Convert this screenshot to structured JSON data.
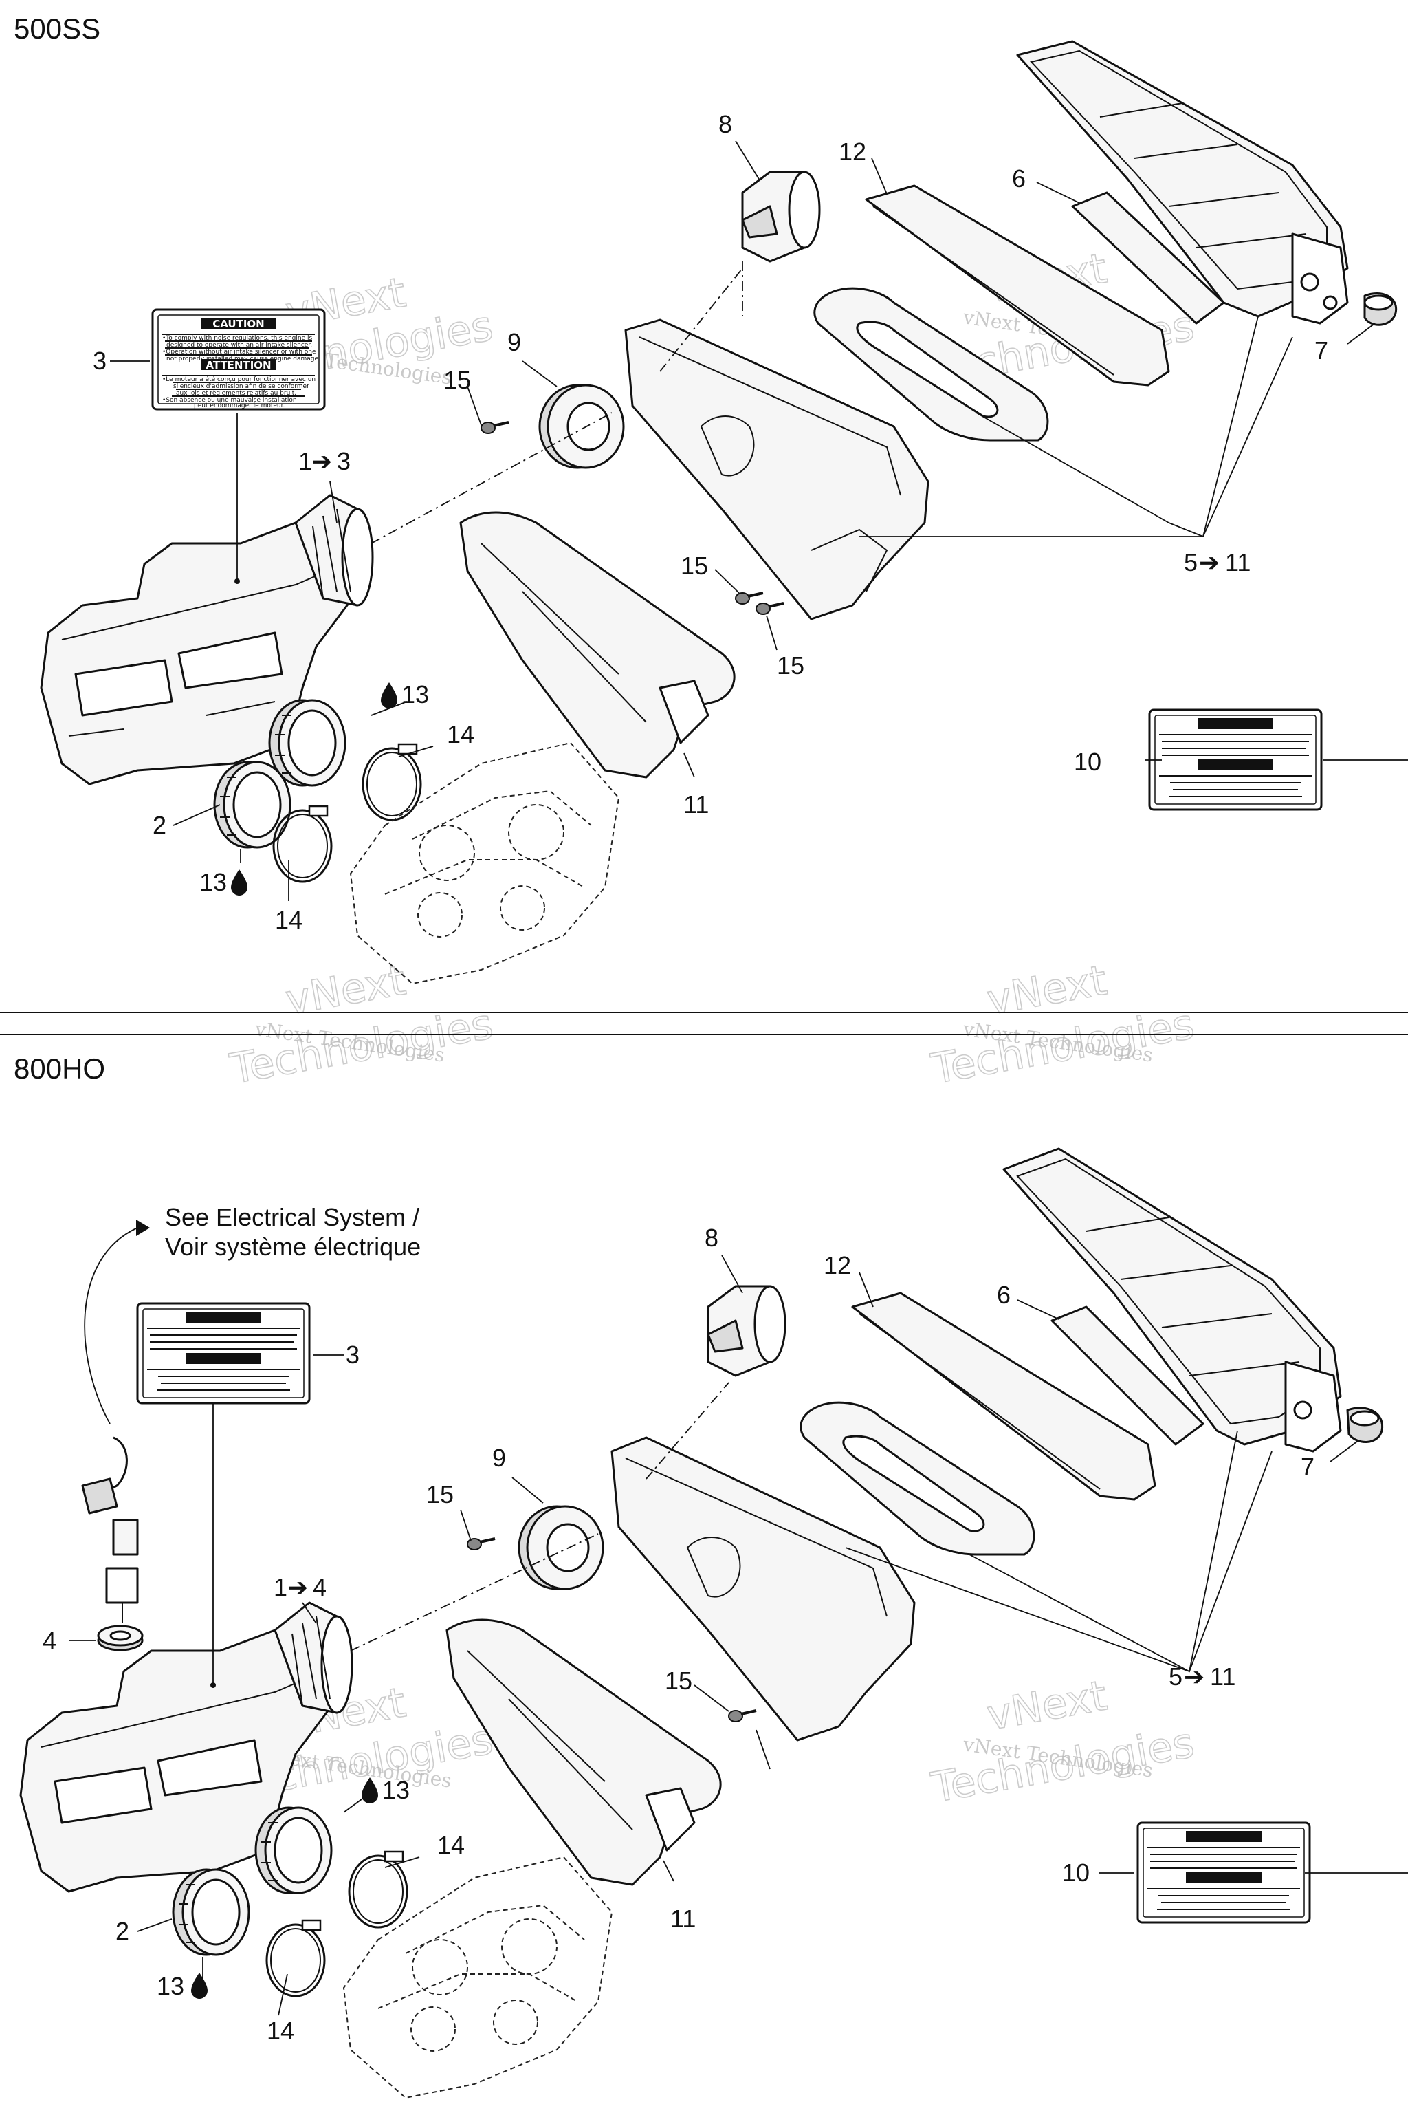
{
  "sections": [
    {
      "title": "500SS",
      "callouts": {
        "c1": "1",
        "c1_arrow": "➔",
        "c1_end": "3",
        "c2": "2",
        "c3": "3",
        "c5": "5",
        "c5_arrow": "➔",
        "c5_end": "11",
        "c6": "6",
        "c7": "7",
        "c8": "8",
        "c9": "9",
        "c10": "10",
        "c11": "11",
        "c12": "12",
        "c13a": "13",
        "c13b": "13",
        "c14a": "14",
        "c14b": "14",
        "c15a": "15",
        "c15b": "15",
        "c15c": "15"
      }
    },
    {
      "title": "800HO",
      "reference_line1": "See Electrical System /",
      "reference_line2": "Voir système électrique",
      "callouts": {
        "c1": "1",
        "c1_arrow": "➔",
        "c1_end": "4",
        "c2": "2",
        "c3": "3",
        "c4": "4",
        "c5": "5",
        "c5_arrow": "➔",
        "c5_end": "11",
        "c6": "6",
        "c7": "7",
        "c8": "8",
        "c9": "9",
        "c10": "10",
        "c11": "11",
        "c12": "12",
        "c13a": "13",
        "c13b": "13",
        "c14a": "14",
        "c14b": "14",
        "c15a": "15",
        "c15b": "15"
      }
    }
  ],
  "label": {
    "caution_heading": "CAUTION",
    "caution_line1": "•To comply with noise regulations, this engine is",
    "caution_line2": "designed to operate with an air intake silencer.",
    "caution_line3": "•Operation without air intake silencer or with one",
    "caution_line4": "not properly installed may cause engine damage.",
    "attention_heading": "ATTENTION",
    "attention_line1": "•Le moteur a été conçu pour fonctionner avec un",
    "attention_line2": "silencieux d'admission afin de se conformer",
    "attention_line3": "aux lois et règlements relatifs au bruit.",
    "attention_line4": "•Son absence ou une mauvaise installation",
    "attention_line5": "peut endommager le moteur."
  },
  "watermark": {
    "brand_line1": "vNext",
    "brand_line2": "Technologies",
    "brand_full": "vNext Technologies"
  },
  "icons": {
    "drop": "oil-drop-icon",
    "arrow": "right-arrow-icon"
  },
  "colors": {
    "ink": "#111111",
    "watermark": "#b8b8b8",
    "background": "#ffffff"
  }
}
